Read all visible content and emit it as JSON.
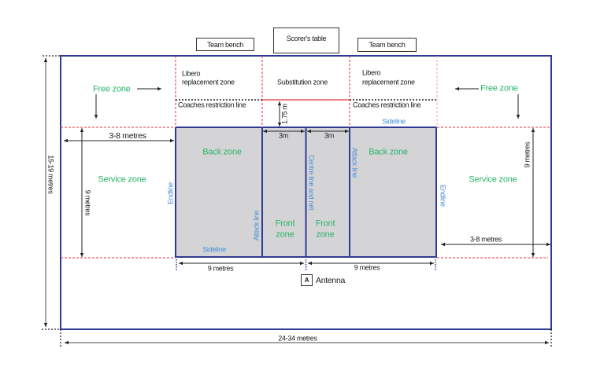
{
  "title": "Volleyball court layout",
  "colors": {
    "court_line": "#2e3a94",
    "court_fill": "#d4d4d6",
    "zone_boundary": "#e8323c",
    "zone_label": "#2bb56a",
    "line_label": "#4a8fd6",
    "text": "#1a1a1a"
  },
  "boxes": {
    "team_bench_left": "Team bench",
    "scorers_table": "Scorer's table",
    "team_bench_right": "Team bench",
    "antenna_symbol": "A",
    "antenna_label": "Antenna"
  },
  "zones": {
    "free_zone_left": "Free zone",
    "free_zone_right": "Free zone",
    "libero_left_line1": "Libero",
    "libero_left_line2": "replacement zone",
    "libero_right_line1": "Libero",
    "libero_right_line2": "replacement zone",
    "substitution_zone": "Substitution zone",
    "coaches_left": "Coaches restriction line",
    "coaches_right": "Coaches restriction line",
    "service_zone_left": "Service zone",
    "service_zone_right": "Service zone",
    "back_zone_left": "Back zone",
    "back_zone_right": "Back zone",
    "front_zone_left_line1": "Front",
    "front_zone_left_line2": "zone",
    "front_zone_right_line1": "Front",
    "front_zone_right_line2": "zone"
  },
  "court_lines": {
    "endline_left": "Endline",
    "endline_right": "Endline",
    "attack_line_left": "Attack line",
    "attack_line_right": "Attack line",
    "centre_line": "Centre line and net",
    "sideline_bottom": "Sideline",
    "sideline_top": "Sideline"
  },
  "dimensions": {
    "total_width": "24-34 metres",
    "total_height": "15-19 metres",
    "service_depth_left": "3-8 metres",
    "service_depth_right": "3-8 metres",
    "court_width_left": "9 metres",
    "court_width_right": "9 metres",
    "half_length_left": "9 metres",
    "half_length_right": "9 metres",
    "front_zone_left": "3m",
    "front_zone_right": "3m",
    "coaches_offset": "1.75 m"
  }
}
